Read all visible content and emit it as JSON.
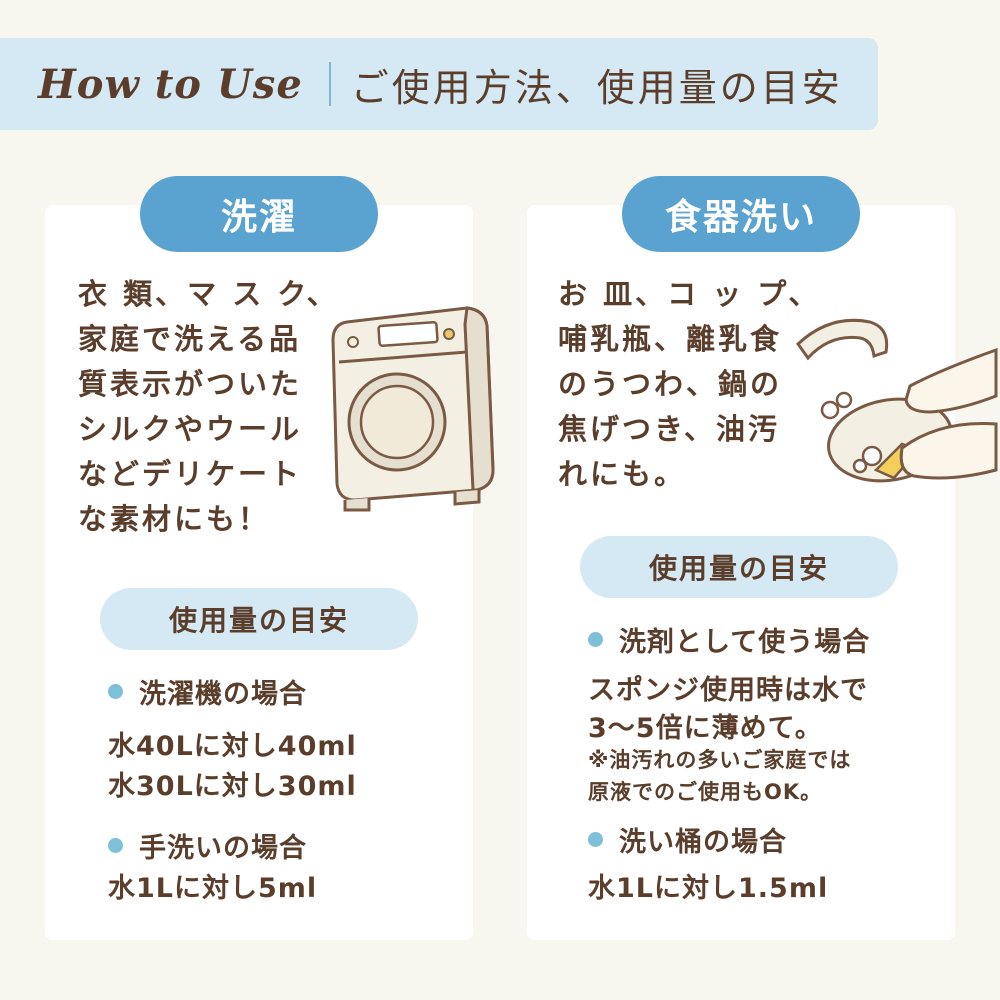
{
  "header": {
    "title_en": "How to Use",
    "title_jp": "ご使用方法、使用量の目安"
  },
  "laundry": {
    "label": "洗濯",
    "description": [
      "衣 類、マ ス ク、",
      "家庭で洗える品",
      "質表示がついた",
      "シルクやウール",
      "などデリケート",
      "な素材にも！"
    ],
    "amount_title": "使用量の目安",
    "machine": {
      "heading": "洗濯機の場合",
      "lines": [
        "水40Lに対し40ml",
        "水30Lに対し30ml"
      ]
    },
    "hand": {
      "heading": "手洗いの場合",
      "lines": [
        "水1Lに対し5ml"
      ]
    }
  },
  "dishes": {
    "label": "食器洗い",
    "description": [
      "お 皿、コ ッ プ、",
      "哺乳瓶、離乳食",
      "のうつわ、鍋の",
      "焦げつき、油汚",
      "れにも。"
    ],
    "amount_title": "使用量の目安",
    "detergent": {
      "heading": "洗剤として使う場合",
      "lines": [
        "スポンジ使用時は水で",
        "3〜5倍に薄めて。"
      ],
      "notes": [
        "※油汚れの多いご家庭では",
        "原液でのご使用もOK。"
      ]
    },
    "tub": {
      "heading": "洗い桶の場合",
      "lines": [
        "水1Lに対し1.5ml"
      ]
    }
  },
  "colors": {
    "text": "#5a3e2b",
    "accent_blue": "#5aa2cf",
    "light_blue": "#d4e9f3",
    "bullet": "#7ec0d8"
  }
}
